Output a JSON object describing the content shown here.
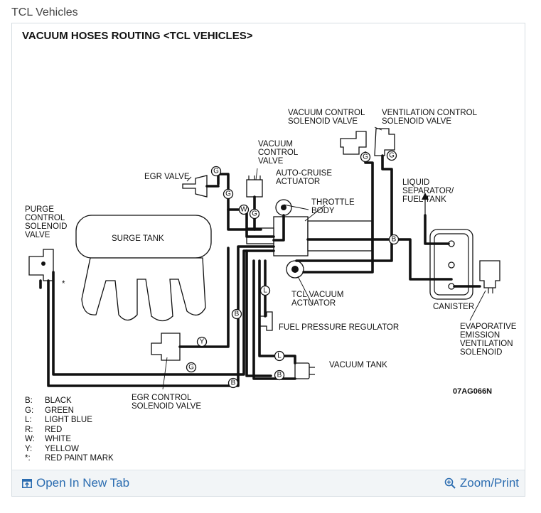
{
  "page": {
    "header": "TCL Vehicles"
  },
  "diagram": {
    "title": "VACUUM HOSES ROUTING <TCL VEHICLES>",
    "drawing_code": "07AG066N",
    "labels": {
      "vacuum_control_solenoid_valve_1": "VACUUM CONTROL",
      "vacuum_control_solenoid_valve_2": "SOLENOID VALVE",
      "ventilation_control_1": "VENTILATION  CONTROL",
      "ventilation_control_2": "SOLENOID VALVE",
      "vacuum_control_valve_1": "VACUUM",
      "vacuum_control_valve_2": "CONTROL",
      "vacuum_control_valve_3": "VALVE",
      "egr_valve": "EGR VALVE",
      "auto_cruise_1": "AUTO-CRUISE",
      "auto_cruise_2": "ACTUATOR",
      "liquid_separator_1": "LIQUID",
      "liquid_separator_2": "SEPARATOR/",
      "liquid_separator_3": "FUEL TANK",
      "throttle_body_1": "THROTTLE",
      "throttle_body_2": "BODY",
      "purge_1": "PURGE",
      "purge_2": "CONTROL",
      "purge_3": "SOLENOID",
      "purge_4": "VALVE",
      "surge_tank": "SURGE TANK",
      "tcl_actuator_1": "TCL VACUUM",
      "tcl_actuator_2": "ACTUATOR",
      "canister": "CANISTER",
      "evap_1": "EVAPORATIVE",
      "evap_2": "EMISSION",
      "evap_3": "VENTILATION",
      "evap_4": "SOLENOID",
      "fuel_pressure_regulator": "FUEL PRESSURE REGULATOR",
      "vacuum_tank": "VACUUM TANK",
      "egr_control_1": "EGR CONTROL",
      "egr_control_2": "SOLENOID VALVE",
      "red_mark": "*"
    },
    "hose_tags": {
      "g": "G",
      "w": "W",
      "b": "B",
      "y": "Y",
      "l": "L"
    },
    "legend": [
      {
        "code": "B:",
        "text": "BLACK"
      },
      {
        "code": "G:",
        "text": "GREEN"
      },
      {
        "code": "L:",
        "text": "LIGHT BLUE"
      },
      {
        "code": "R:",
        "text": "RED"
      },
      {
        "code": "W:",
        "text": "WHITE"
      },
      {
        "code": "Y:",
        "text": "YELLOW"
      },
      {
        "code": "*:",
        "text": "RED PAINT MARK"
      }
    ]
  },
  "footer": {
    "open_label": "Open In New Tab",
    "zoom_label": "Zoom/Print"
  },
  "colors": {
    "link": "#2b6cb0",
    "footer_bg": "#f2f5f7"
  }
}
